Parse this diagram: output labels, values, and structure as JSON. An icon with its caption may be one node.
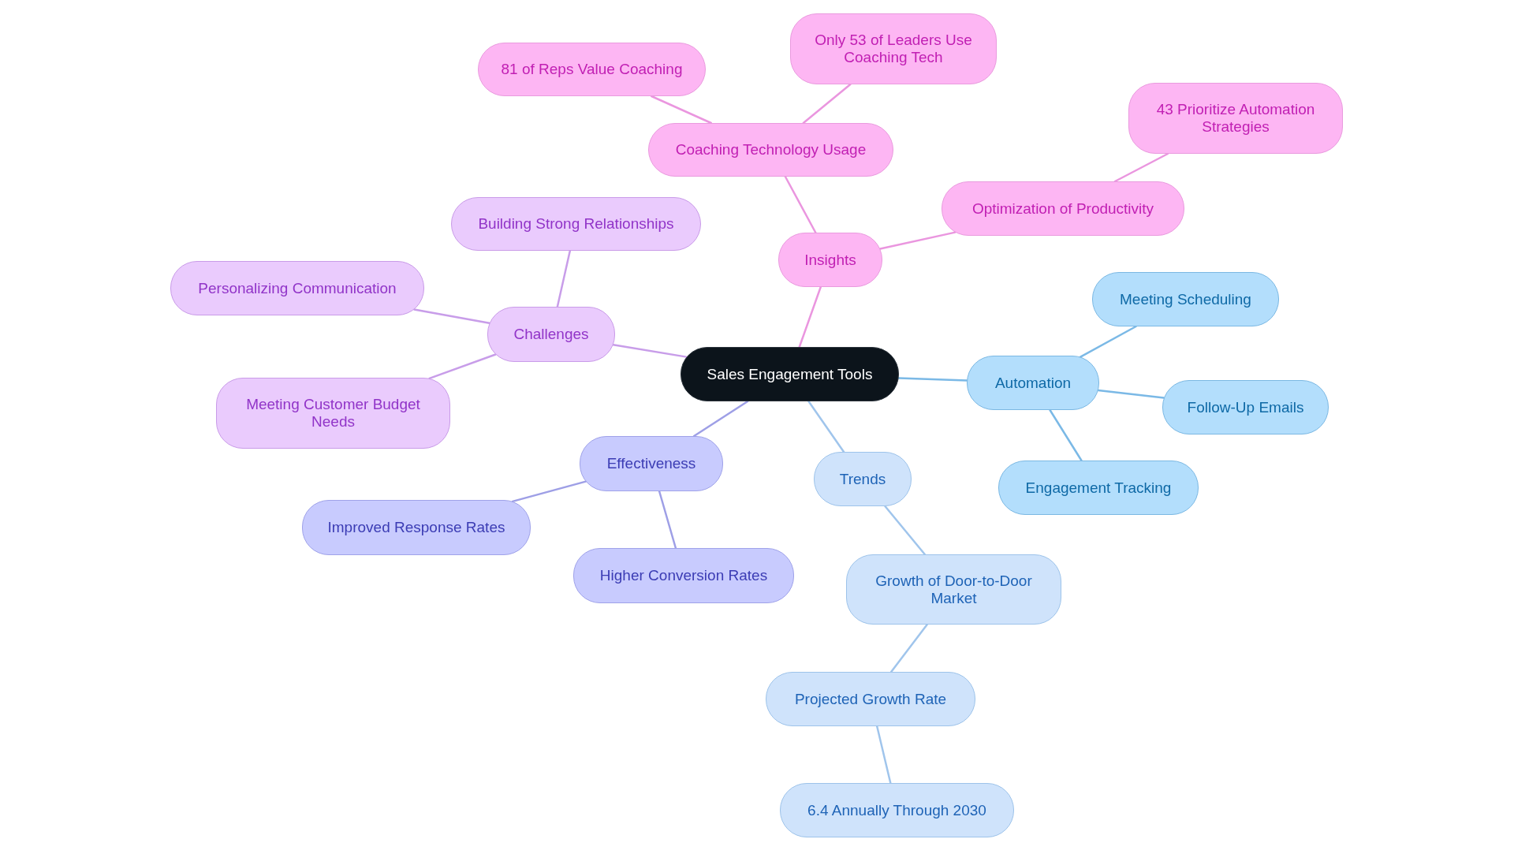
{
  "diagram": {
    "nodes": [
      {
        "text": [
          "Sales Engagement Tools"
        ]
      },
      {
        "text": [
          "Insights"
        ]
      },
      {
        "text": [
          "Coaching Technology Usage"
        ]
      },
      {
        "text": [
          "81 of Reps Value Coaching"
        ]
      },
      {
        "text": [
          "Only 53 of Leaders Use Coaching Tech"
        ]
      },
      {
        "text": [
          "Optimization of Productivity"
        ]
      },
      {
        "text": [
          "43 Prioritize Automation Strategies"
        ]
      },
      {
        "text": [
          "Challenges"
        ]
      },
      {
        "text": [
          "Building Strong Relationships"
        ]
      },
      {
        "text": [
          "Personalizing Communication"
        ]
      },
      {
        "text": [
          "Meeting Customer Budget Needs"
        ]
      },
      {
        "text": [
          "Effectiveness"
        ]
      },
      {
        "text": [
          "Improved Response Rates"
        ]
      },
      {
        "text": [
          "Higher Conversion Rates"
        ]
      },
      {
        "text": [
          "Trends"
        ]
      },
      {
        "text": [
          "Growth of Door-to-Door Market"
        ]
      },
      {
        "text": [
          "Projected Growth Rate"
        ]
      },
      {
        "text": [
          "6.4 Annually Through 2030"
        ]
      },
      {
        "text": [
          "Automation"
        ]
      },
      {
        "text": [
          "Meeting Scheduling"
        ]
      },
      {
        "text": [
          "Follow-Up Emails"
        ]
      },
      {
        "text": [
          "Engagement Tracking"
        ]
      }
    ],
    "edges": [
      {
        "from": 0,
        "to": 1,
        "arrow": "none",
        "color": "#ea96df"
      },
      {
        "from": 1,
        "to": 2,
        "arrow": "none",
        "color": "#ea96df"
      },
      {
        "from": 2,
        "to": 3,
        "arrow": "none",
        "color": "#ea96df"
      },
      {
        "from": 2,
        "to": 4,
        "arrow": "none",
        "color": "#ea96df"
      },
      {
        "from": 1,
        "to": 5,
        "arrow": "none",
        "color": "#ea96df"
      },
      {
        "from": 5,
        "to": 6,
        "arrow": "none",
        "color": "#ea96df"
      },
      {
        "from": 0,
        "to": 7,
        "arrow": "none",
        "color": "#c89de9"
      },
      {
        "from": 7,
        "to": 8,
        "arrow": "none",
        "color": "#c89de9"
      },
      {
        "from": 7,
        "to": 9,
        "arrow": "none",
        "color": "#c89de9"
      },
      {
        "from": 7,
        "to": 10,
        "arrow": "none",
        "color": "#c89de9"
      },
      {
        "from": 0,
        "to": 11,
        "arrow": "none",
        "color": "#9e9fe6"
      },
      {
        "from": 11,
        "to": 12,
        "arrow": "none",
        "color": "#9e9fe6"
      },
      {
        "from": 11,
        "to": 13,
        "arrow": "none",
        "color": "#9e9fe6"
      },
      {
        "from": 0,
        "to": 14,
        "arrow": "none",
        "color": "#a0c5ec"
      },
      {
        "from": 14,
        "to": 15,
        "arrow": "none",
        "color": "#a0c5ec"
      },
      {
        "from": 15,
        "to": 16,
        "arrow": "none",
        "color": "#a0c5ec"
      },
      {
        "from": 16,
        "to": 17,
        "arrow": "none",
        "color": "#a0c5ec"
      },
      {
        "from": 0,
        "to": 18,
        "arrow": "none",
        "color": "#7bb9e6"
      },
      {
        "from": 18,
        "to": 19,
        "arrow": "none",
        "color": "#7bb9e6"
      },
      {
        "from": 18,
        "to": 20,
        "arrow": "none",
        "color": "#7bb9e6"
      },
      {
        "from": 18,
        "to": 21,
        "arrow": "none",
        "color": "#7bb9e6"
      }
    ]
  }
}
